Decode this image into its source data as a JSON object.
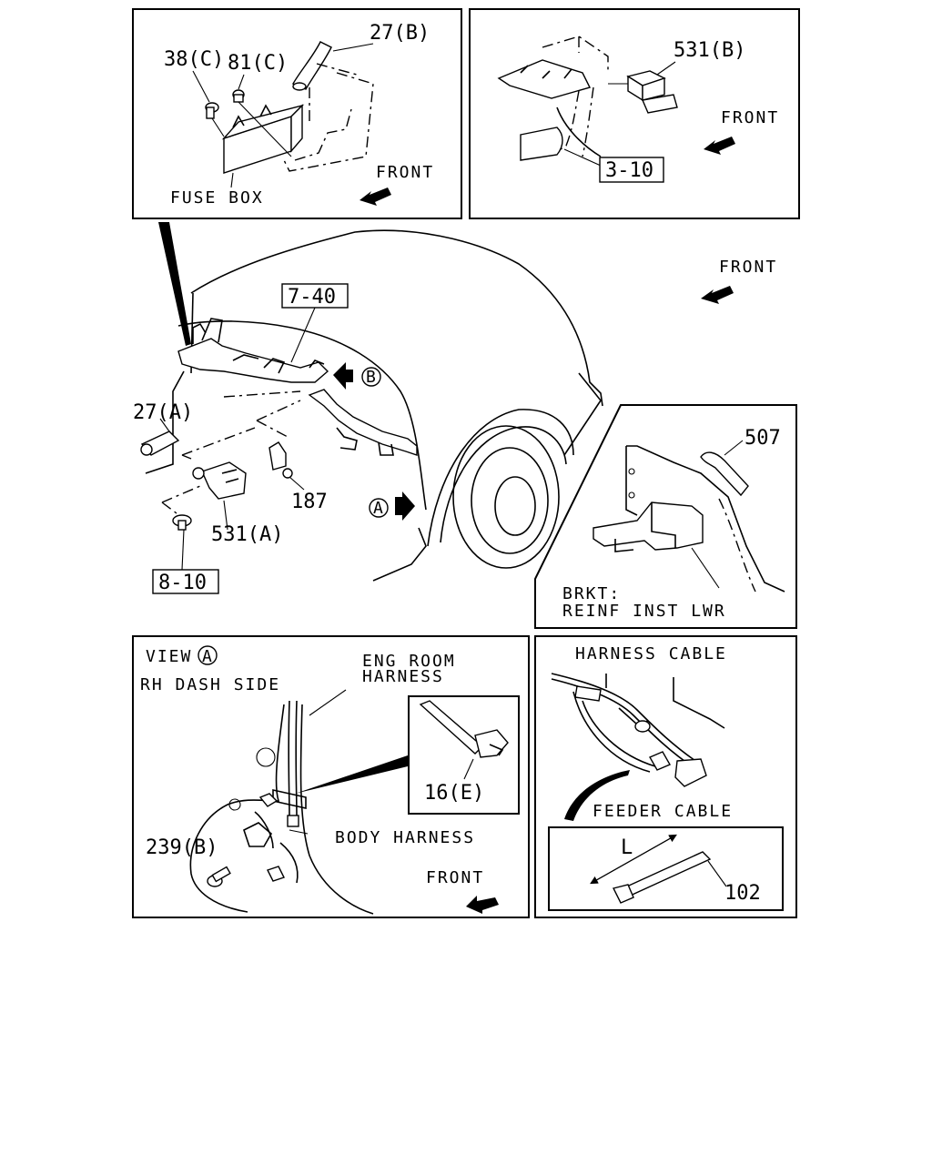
{
  "callouts": {
    "p27b": "27(B)",
    "p38c": "38(C)",
    "p81c": "81(C)",
    "fuse_box": "FUSE BOX",
    "front": "FRONT",
    "p531b": "531(B)",
    "ref_3_10": "3-10",
    "ref_7_40": "7-40",
    "view_b": "B",
    "p27a": "27(A)",
    "p187": "187",
    "view_a": "A",
    "p531a": "531(A)",
    "ref_8_10": "8-10",
    "p507": "507",
    "brkt_line1": "BRKT:",
    "brkt_line2": "REINF INST LWR",
    "view_a_title": "VIEW",
    "rh_dash_side": "RH DASH SIDE",
    "eng_room_line1": "ENG ROOM",
    "eng_room_line2": "HARNESS",
    "p16e": "16(E)",
    "body_harness": "BODY HARNESS",
    "p239b": "239(B)",
    "harness_cable": "HARNESS CABLE",
    "feeder_cable": "FEEDER CABLE",
    "dim_l": "L",
    "p102": "102"
  }
}
